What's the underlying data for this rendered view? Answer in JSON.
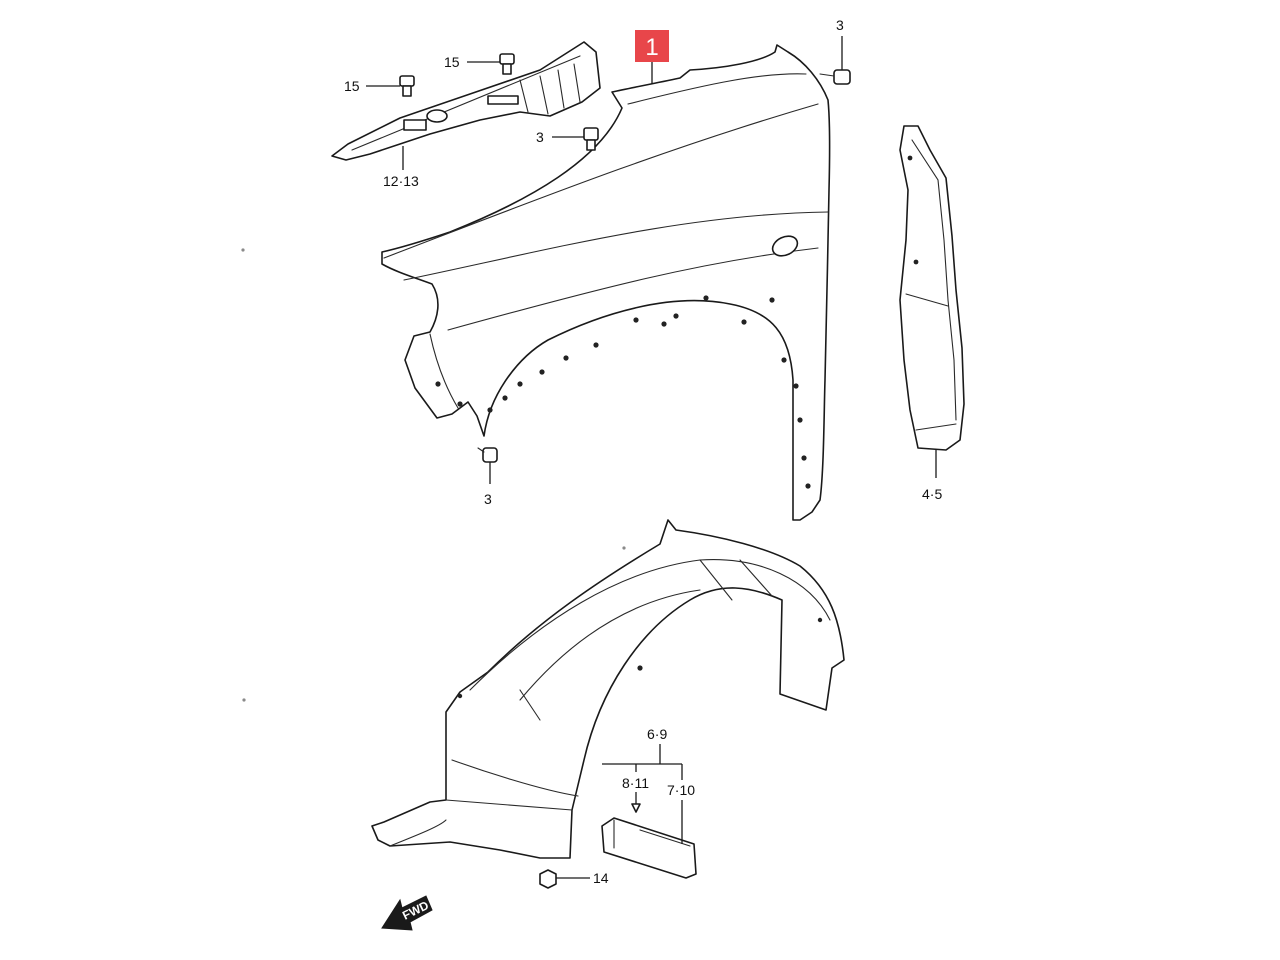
{
  "callouts": {
    "part_1": "1",
    "bolt_3_top_right": "3",
    "clip_15_upper": "15",
    "clip_15_left": "15",
    "bolt_3_mid": "3",
    "seal_12_13": "12·13",
    "bolt_3_bottom": "3",
    "stay_4_5": "4·5",
    "liner_6_9": "6·9",
    "clip_8_11": "8·11",
    "flap_7_10": "7·10",
    "nut_14": "14"
  },
  "fwd_arrow": "FWD",
  "colors": {
    "highlight": "#e8464a",
    "line": "#1a1a1a"
  }
}
